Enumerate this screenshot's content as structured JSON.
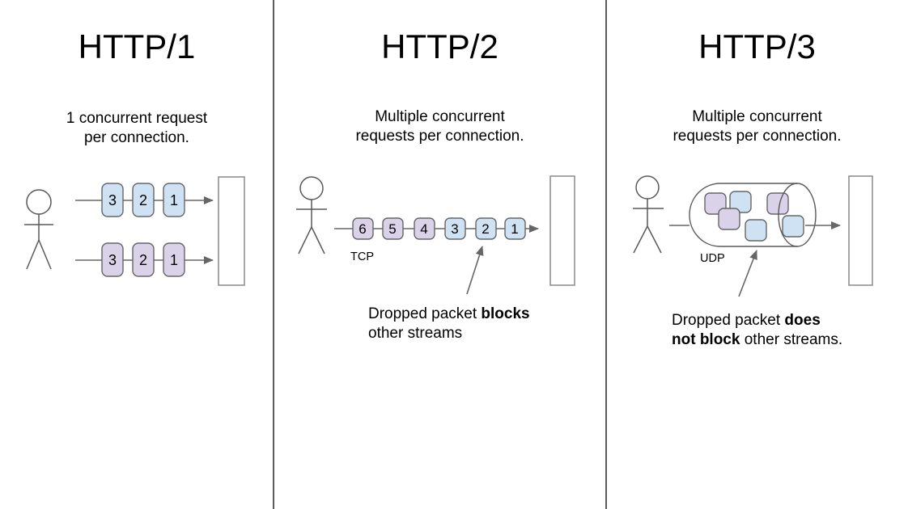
{
  "colors": {
    "packet_blue": "#cfe2f3",
    "packet_purple": "#d9d2e9",
    "packet_border": "#666666",
    "line": "#666666",
    "figure": "#595959",
    "server_border": "#919191",
    "divider": "#5c5c5c",
    "text": "#000000",
    "background": "#ffffff"
  },
  "panels": [
    {
      "id": "http1",
      "title": "HTTP/1",
      "subtitle": "1 concurrent request\nper connection.",
      "rows": [
        {
          "color": "blue",
          "packets": [
            "3",
            "2",
            "1"
          ]
        },
        {
          "color": "purple",
          "packets": [
            "3",
            "2",
            "1"
          ]
        }
      ]
    },
    {
      "id": "http2",
      "title": "HTTP/2",
      "subtitle": "Multiple concurrent\nrequests per connection.",
      "protocol_label": "TCP",
      "packet_colors": [
        "purple",
        "purple",
        "purple",
        "blue",
        "blue",
        "blue"
      ],
      "packets": [
        "6",
        "5",
        "4",
        "3",
        "2",
        "1"
      ],
      "caption": {
        "pre": "Dropped packet ",
        "bold1": "blocks",
        "line2": "other streams"
      }
    },
    {
      "id": "http3",
      "title": "HTTP/3",
      "subtitle": "Multiple concurrent\nrequests per connection.",
      "protocol_label": "UDP",
      "pipe_packet_colors": [
        "purple",
        "blue",
        "purple",
        "purple",
        "blue",
        "blue"
      ],
      "caption": {
        "pre": "Dropped packet ",
        "bold1": "does",
        "bold2": "not block",
        "post": " other streams."
      }
    }
  ]
}
